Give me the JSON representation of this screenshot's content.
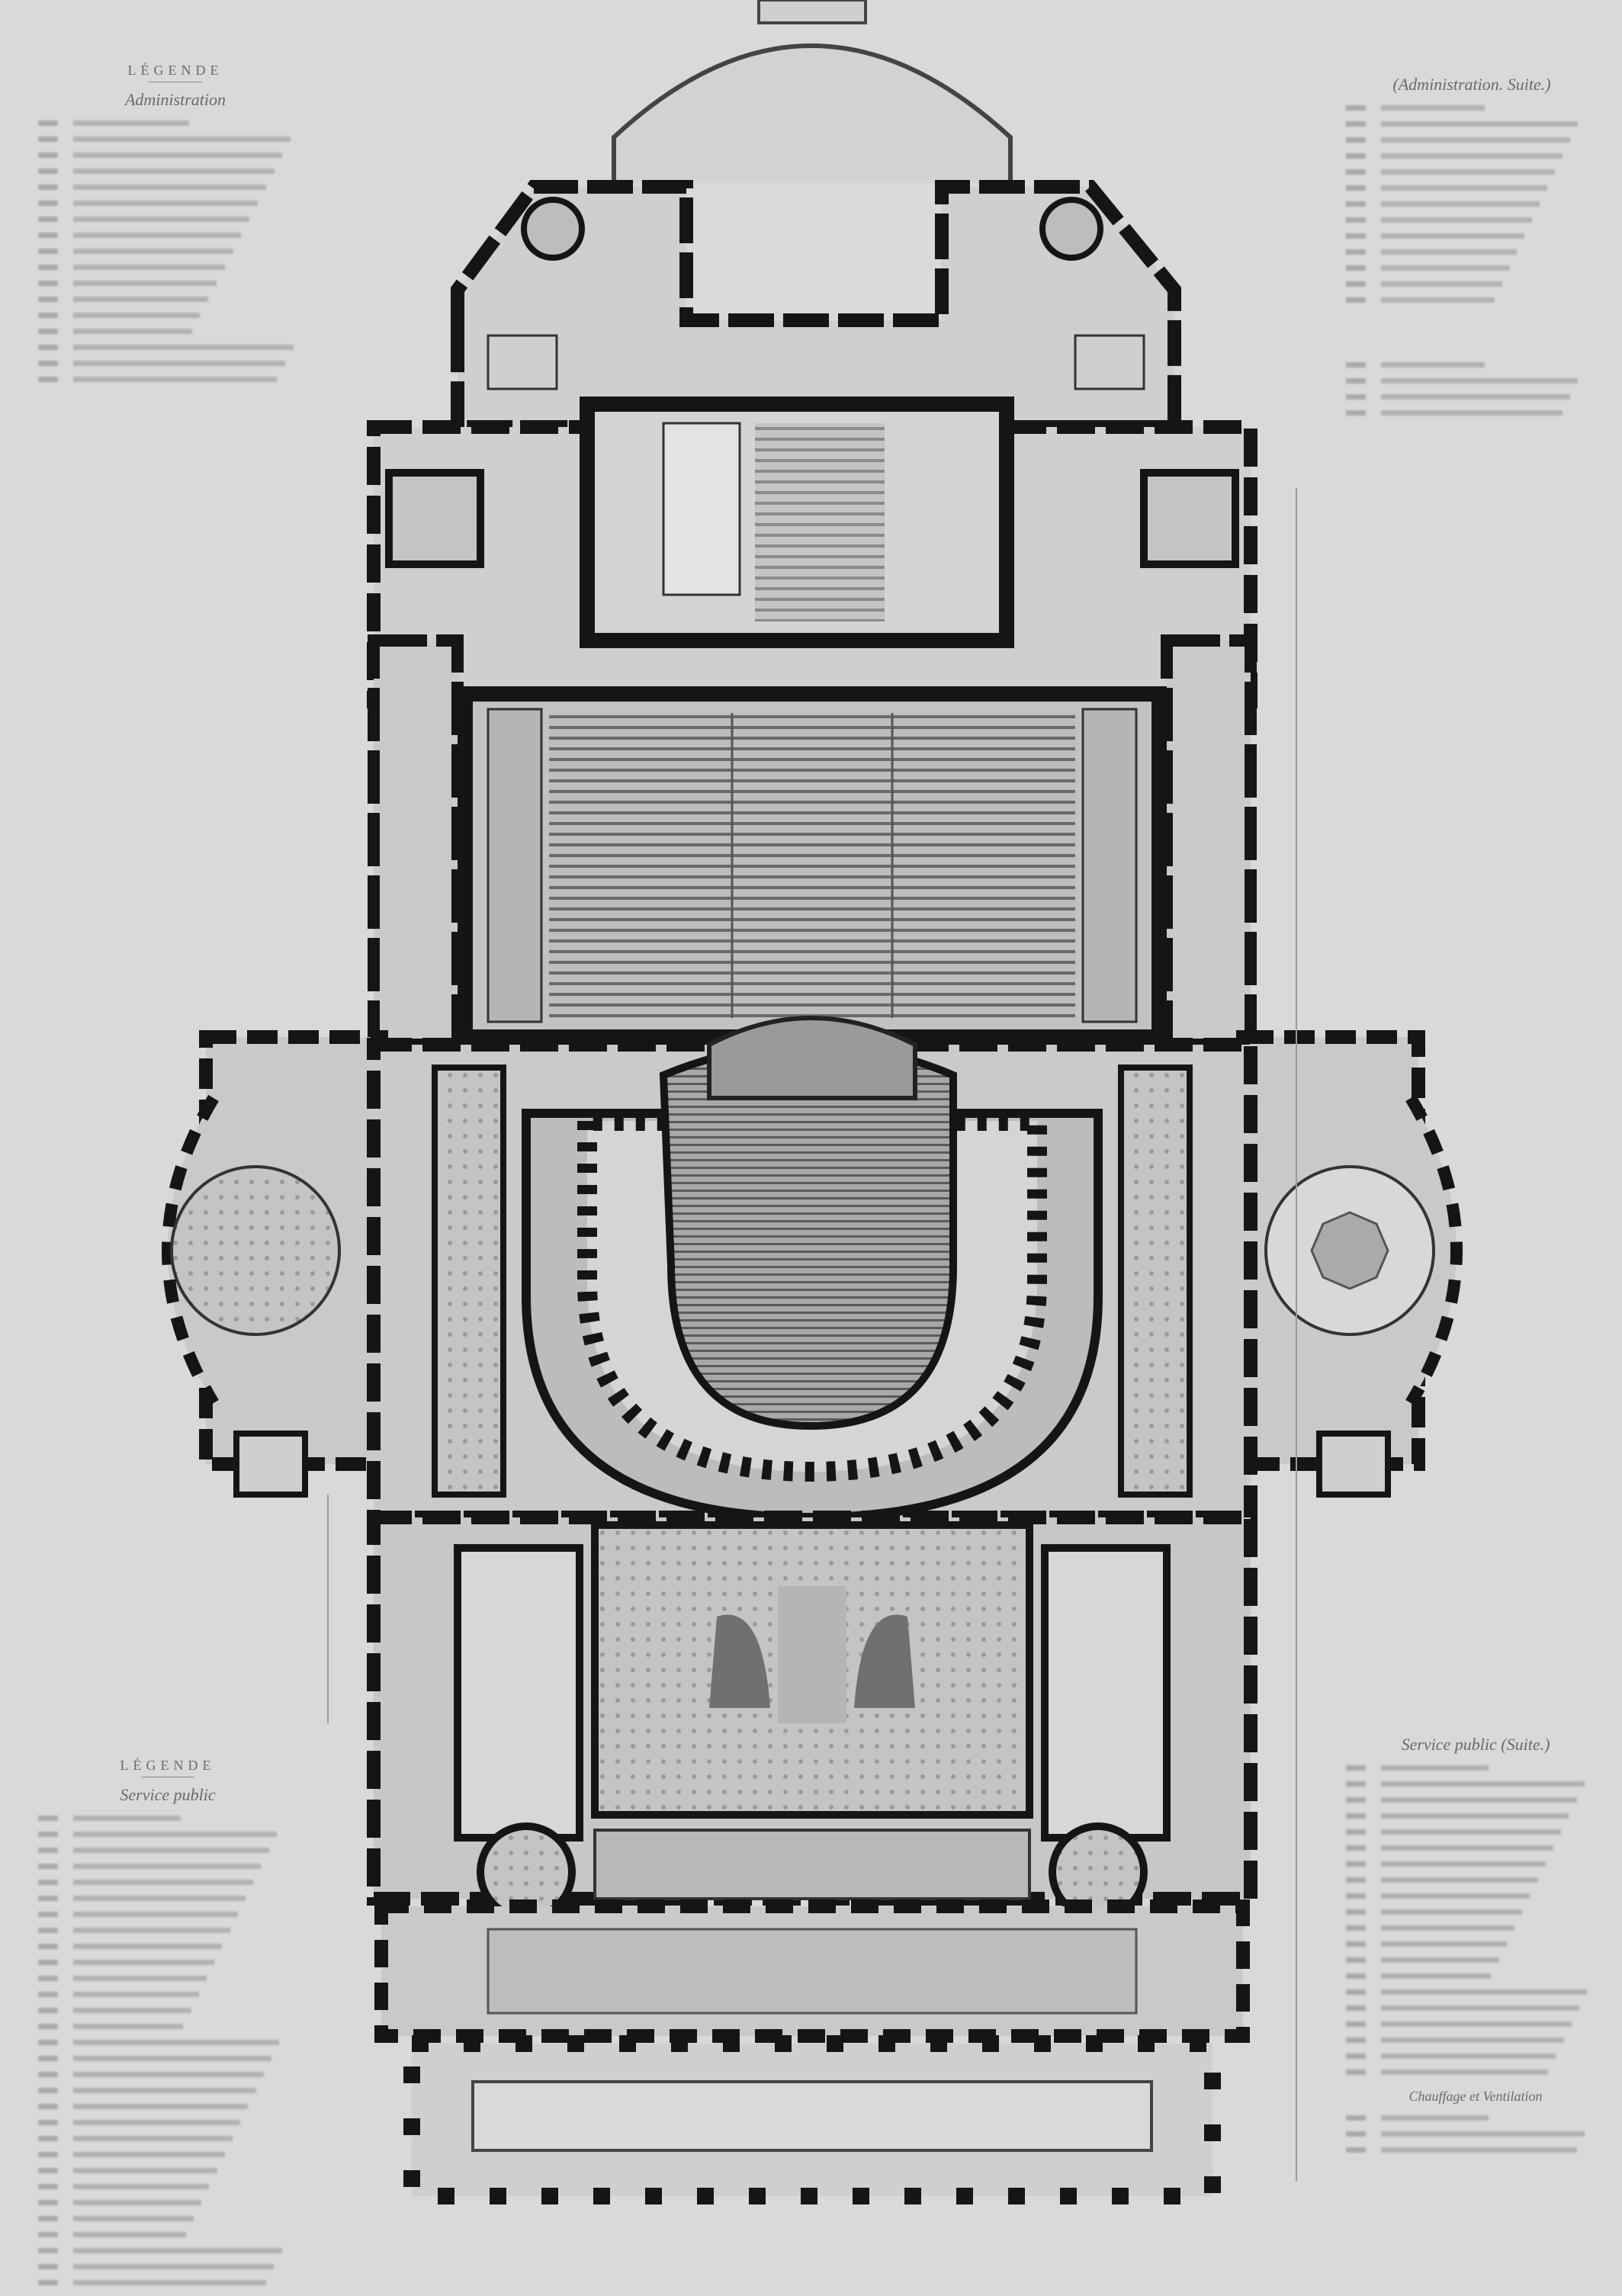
{
  "legend_top_left": {
    "title": "LÉGENDE",
    "subtitle": "Administration",
    "entry_count": 17
  },
  "legend_top_right": {
    "subtitle": "(Administration. Suite.)",
    "entry_count": 13,
    "extra_count": 4
  },
  "legend_bottom_left": {
    "title": "LÉGENDE",
    "subtitle": "Service public",
    "entry_count": 30
  },
  "legend_bottom_right": {
    "subtitle": "Service public (Suite.)",
    "entry_count": 20,
    "footer_title": "Chauffage et Ventilation",
    "footer_count": 3
  },
  "colors": {
    "paper": "#d9d9d9",
    "wall": "#151515",
    "floor": "#cdcdcd",
    "dark_floor": "#8c8c8c"
  }
}
